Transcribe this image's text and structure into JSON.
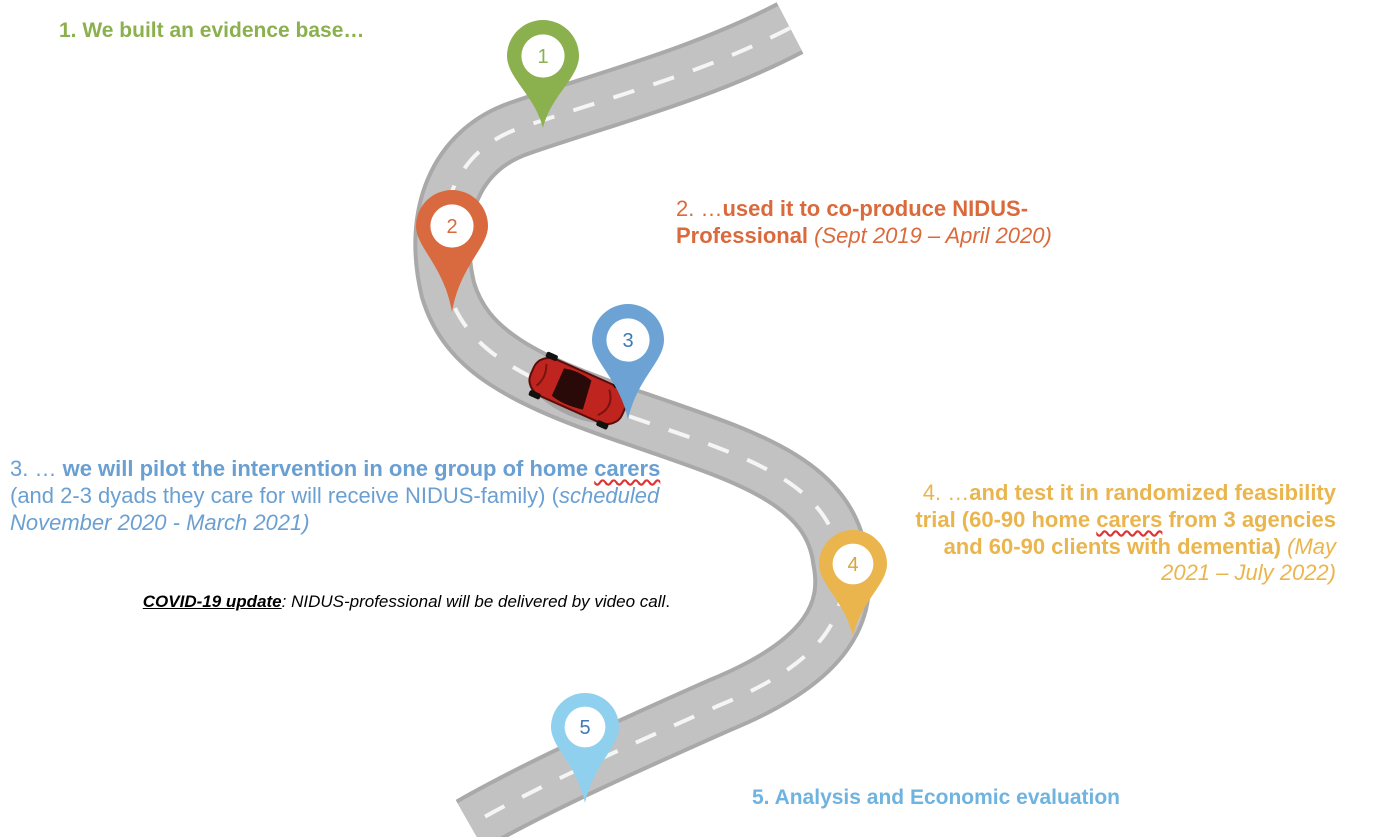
{
  "pins": [
    {
      "label": "1",
      "color": "#8BB04E",
      "text_color": "#8BB04E"
    },
    {
      "label": "2",
      "color": "#D9693E",
      "text_color": "#D9693E"
    },
    {
      "label": "3",
      "color": "#6CA3D4",
      "text_color": "#3E79B8"
    },
    {
      "label": "4",
      "color": "#EBB54E",
      "text_color": "#D6A33E"
    },
    {
      "label": "5",
      "color": "#8FD0EE",
      "text_color": "#3E79B8"
    }
  ],
  "step1": {
    "text": "1. We built an evidence base…"
  },
  "step2": {
    "prefix": "2. …",
    "bold": "used it to co-produce NIDUS-Professional",
    "italic": "(Sept 2019 – April 2020)"
  },
  "step3": {
    "prefix": "3. … ",
    "bold1": "we will pilot the intervention in one group of home ",
    "bold2": "carers",
    "rest": " (and 2-3 dyads they care for will receive NIDUS-family) (",
    "italic": "scheduled November 2020 - March 2021)"
  },
  "covid": {
    "label": "COVID-19 update",
    "text": ": NIDUS-professional will be delivered by video call",
    "end": "."
  },
  "step4": {
    "prefix": "4. …",
    "bold1": "and test it in randomized feasibility trial (60-90 home ",
    "bold2": "carers",
    "bold3": " from 3 agencies and 60-90 clients with dementia)",
    "italic": " (May 2021 – July 2022)"
  },
  "step5": {
    "text": "5. Analysis and Economic evaluation"
  },
  "colors": {
    "road": "#BDBDBD",
    "road_edge": "#A6A6A6",
    "lane": "#F4F4F4",
    "car": "#C0241E"
  }
}
